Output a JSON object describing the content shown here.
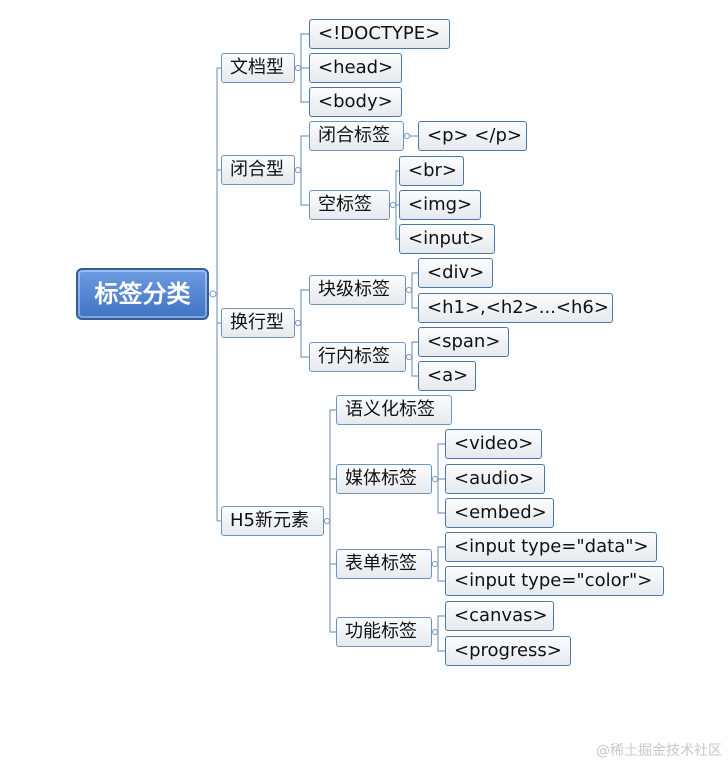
{
  "root": "标签分类",
  "nodes": {
    "doc": "文档型",
    "closed": "闭合型",
    "wrap": "换行型",
    "h5": "H5新元素",
    "doctype": "<!DOCTYPE>",
    "head": "<head>",
    "body": "<body>",
    "closed_tag": "闭合标签",
    "empty_tag": "空标签",
    "p": "<p> </p>",
    "br": "<br>",
    "img": "<img>",
    "input": "<input>",
    "block_tag": "块级标签",
    "inline_tag": "行内标签",
    "div": "<div>",
    "h1h6": "<h1>,<h2>...<h6>",
    "span": "<span>",
    "a": "<a>",
    "semantic": "语义化标签",
    "media": "媒体标签",
    "form": "表单标签",
    "func": "功能标签",
    "video": "<video>",
    "audio": "<audio>",
    "embed": "<embed>",
    "input_data": "<input type=\"data\">",
    "input_color": "<input type=\"color\">",
    "canvas": "<canvas>",
    "progress": "<progress>"
  },
  "watermark": "@稀土掘金技术社区"
}
